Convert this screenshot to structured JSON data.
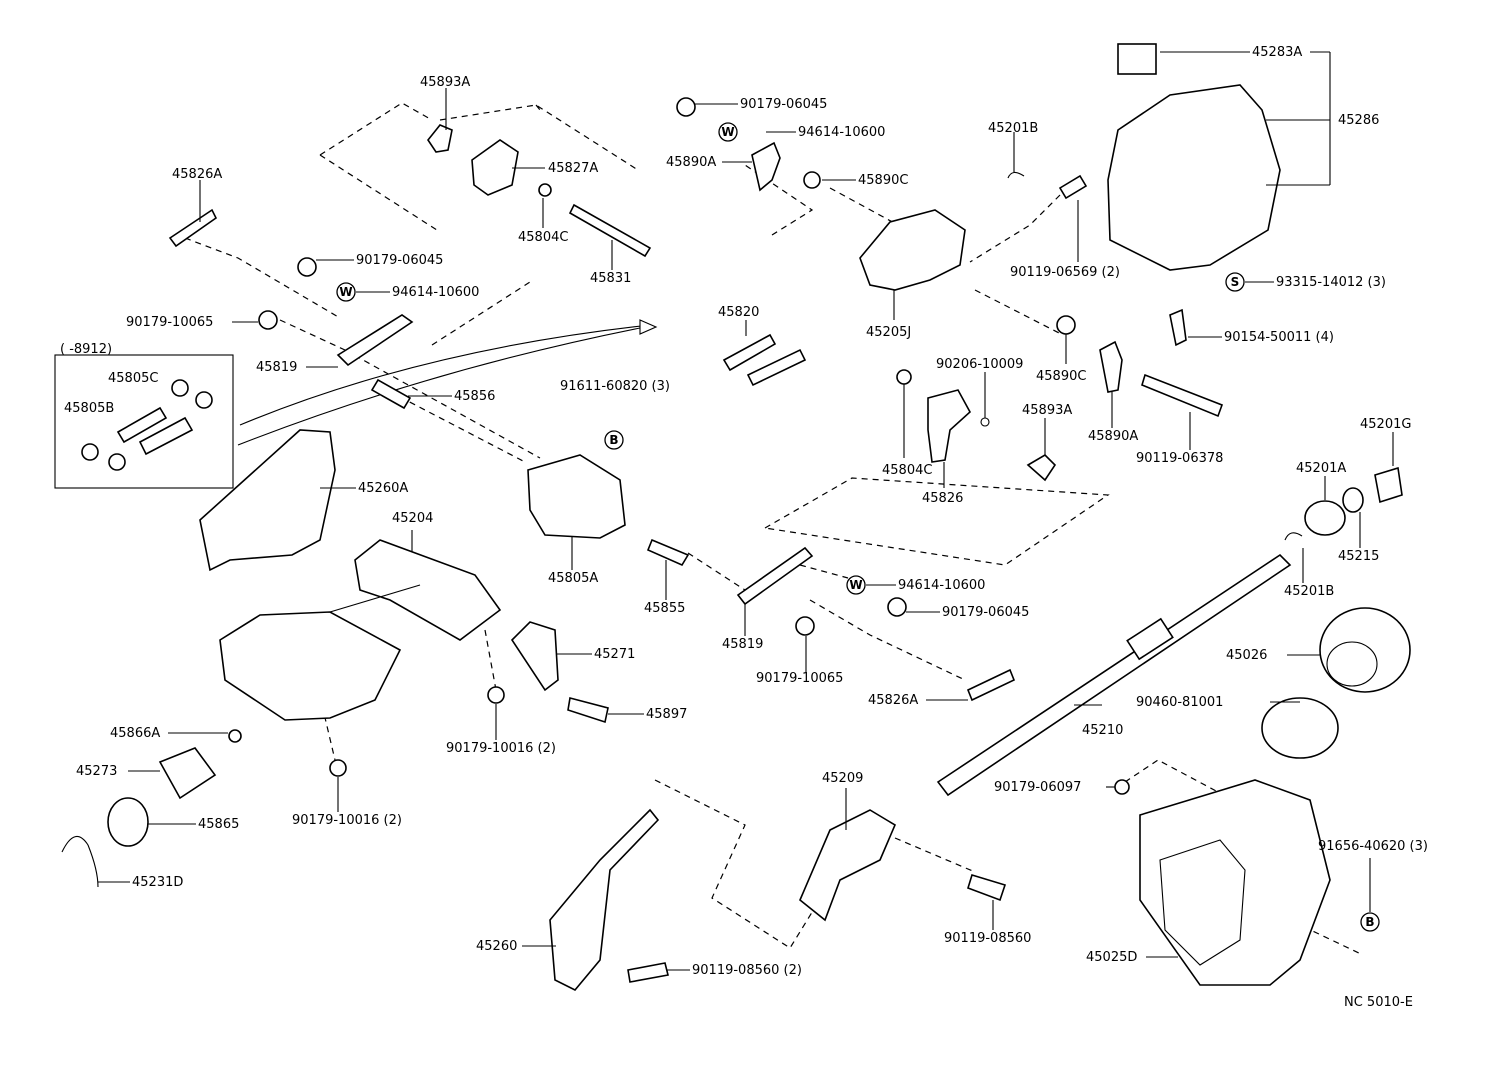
{
  "diagram_code": "NC 5010-E",
  "callouts": {
    "S": "S",
    "W": "W",
    "B": "B"
  },
  "year_range": "( -8912)",
  "parts": {
    "p45893A_top": "45893A",
    "p45827A": "45827A",
    "p45826A_top": "45826A",
    "p45804C_top": "45804C",
    "p45831": "45831",
    "p90179_06045_a": "90179-06045",
    "p94614_10600_a": "94614-10600",
    "p90179_10065_a": "90179-10065",
    "p45819_a": "45819",
    "p45805C": "45805C",
    "p45805B": "45805B",
    "p45856": "45856",
    "p45260A": "45260A",
    "p45204": "45204",
    "p45805A": "45805A",
    "p91611_60820": "91611-60820 (3)",
    "p45820": "45820",
    "p90179_06045_b": "90179-06045",
    "p94614_10600_b": "94614-10600",
    "p45890A_top": "45890A",
    "p45890C_top": "45890C",
    "p45205J": "45205J",
    "p45201B_top": "45201B",
    "p90119_06569": "90119-06569 (2)",
    "p45283A": "45283A",
    "p45286": "45286",
    "p93315_14012": "93315-14012 (3)",
    "p90154_50011": "90154-50011 (4)",
    "p90206_10009": "90206-10009",
    "p45890C_mid": "45890C",
    "p45804C_mid": "45804C",
    "p45826": "45826",
    "p45893A_mid": "45893A",
    "p45890A_mid": "45890A",
    "p90119_06378": "90119-06378",
    "p45201G": "45201G",
    "p45201A": "45201A",
    "p45215": "45215",
    "p45201B_mid": "45201B",
    "p45855": "45855",
    "p45819_b": "45819",
    "p94614_10600_c": "94614-10600",
    "p90179_06045_c": "90179-06045",
    "p90179_10065_b": "90179-10065",
    "p45271": "45271",
    "p45897": "45897",
    "p90179_10016_a": "90179-10016 (2)",
    "p90179_10016_b": "90179-10016 (2)",
    "p45826A_mid": "45826A",
    "p45866A": "45866A",
    "p45273": "45273",
    "p45865": "45865",
    "p45231D": "45231D",
    "p45026": "45026",
    "p90460_81001": "90460-81001",
    "p45210": "45210",
    "p90179_06097": "90179-06097",
    "p91656_40620": "91656-40620 (3)",
    "p45025D": "45025D",
    "p45209": "45209",
    "p90119_08560_a": "90119-08560",
    "p45260": "45260",
    "p90119_08560_b": "90119-08560 (2)"
  }
}
